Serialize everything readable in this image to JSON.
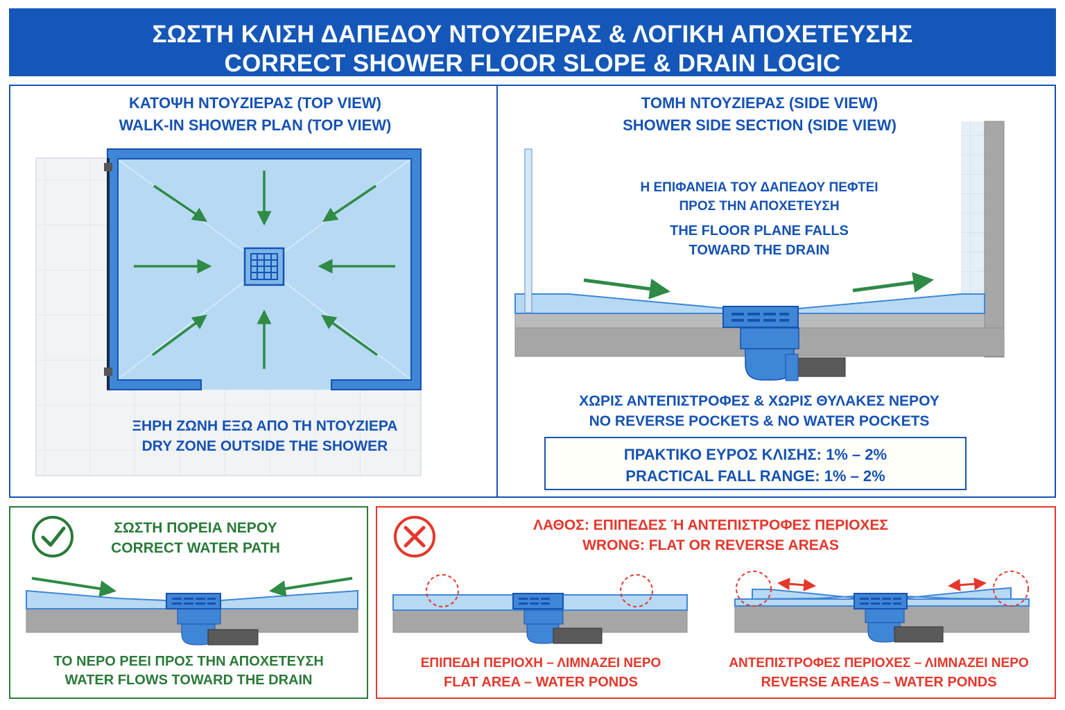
{
  "header": {
    "title_gr": "ΣΩΣΤΗ ΚΛΙΣΗ ΔΑΠΕΔΟΥ ΝΤΟΥΖΙΕΡΑΣ & ΛΟΓΙΚΗ ΑΠΟΧΕΤΕΥΣΗΣ",
    "title_en": "CORRECT SHOWER FLOOR SLOPE & DRAIN LOGIC"
  },
  "top_view": {
    "title_gr": "ΚΑΤΟΨΗ ΝΤΟΥΖΙΕΡΑΣ (TOP VIEW)",
    "title_en": "WALK-IN SHOWER PLAN (TOP VIEW)",
    "dry_zone_gr": "ΞΗΡΗ ΖΩΝΗ ΕΞΩ ΑΠΟ ΤΗ ΝΤΟΥΖΙΕΡΑ",
    "dry_zone_en": "DRY ZONE OUTSIDE THE SHOWER"
  },
  "side_view": {
    "title_gr": "ΤΟΜΗ ΝΤΟΥΖΙΕΡΑΣ (SIDE VIEW)",
    "title_en": "SHOWER SIDE SECTION (SIDE VIEW)",
    "note_gr_1": "Η ΕΠΙΦΑΝΕΙΑ ΤΟΥ ΔΑΠΕΔΟΥ ΠΕΦΤΕΙ",
    "note_gr_2": "ΠΡΟΣ ΤΗΝ ΑΠΟΧΕΤΕΥΣΗ",
    "note_en_1": "THE FLOOR PLANE FALLS",
    "note_en_2": "TOWARD THE DRAIN",
    "no_pockets_gr": "ΧΩΡΙΣ ΑΝΤΕΠΙΣΤΡΟΦΕΣ & ΧΩΡΙΣ ΘΥΛΑΚΕΣ ΝΕΡΟΥ",
    "no_pockets_en": "NO REVERSE POCKETS & NO WATER POCKETS",
    "range_gr": "ΠΡΑΚΤΙΚΟ ΕΥΡΟΣ ΚΛΙΣΗΣ: 1% – 2%",
    "range_en": "PRACTICAL FALL RANGE: 1% – 2%"
  },
  "correct": {
    "title_gr": "ΣΩΣΤΗ ΠΟΡΕΙΑ ΝΕΡΟΥ",
    "title_en": "CORRECT WATER PATH",
    "caption_gr": "ΤΟ ΝΕΡΟ ΡΕΕΙ ΠΡΟΣ ΤΗΝ ΑΠΟΧΕΤΕΥΣΗ",
    "caption_en": "WATER FLOWS TOWARD THE DRAIN"
  },
  "wrong": {
    "title_gr": "ΛΑΘΟΣ: ΕΠΙΠΕΔΕΣ Ή ΑΝΤΕΠΙΣΤΡΟΦΕΣ ΠΕΡΙΟΧΕΣ",
    "title_en": "WRONG: FLAT OR REVERSE AREAS",
    "flat_gr": "ΕΠΙΠΕΔΗ ΠΕΡΙΟΧΗ – ΛΙΜΝΑΖΕΙ ΝΕΡΟ",
    "flat_en": "FLAT AREA – WATER PONDS",
    "reverse_gr": "ΑΝΤΕΠΙΣΤΡΟΦΕΣ ΠΕΡΙΟΧΕΣ – ΛΙΜΝΑΖΕΙ ΝΕΡΟ",
    "reverse_en": "REVERSE AREAS – WATER PONDS"
  },
  "colors": {
    "header_blue": "#1457b8",
    "text_blue": "#1552b3",
    "water_blue": "#b7d9f3",
    "drain_blue": "#3f86d6",
    "arrow_green": "#2e8a45",
    "correct_green": "#2a7a38",
    "wrong_red": "#e5372b",
    "concrete": "#a6a6a6"
  },
  "icons": {
    "correct": "check-circle-icon",
    "wrong": "x-circle-icon"
  }
}
